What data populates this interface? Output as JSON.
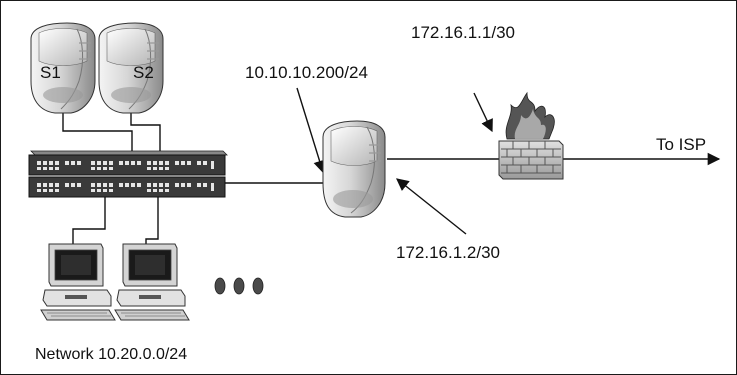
{
  "labels": {
    "server1": "S1",
    "server2": "S2",
    "router_inside_ip": "10.10.10.200/24",
    "firewall_ip": "172.16.1.1/30",
    "router_outside_ip": "172.16.1.2/30",
    "isp_label": "To ISP",
    "network_label": "Network 10.20.0.0/24"
  },
  "colors": {
    "line": "#111111",
    "device_light": "#f2f2f2",
    "device_dark": "#6e6e6e",
    "switch_body": "#3a3a3a",
    "firewall_flame": "#555555"
  },
  "icons": [
    "server-icon",
    "router-icon",
    "switch-icon",
    "firewall-icon",
    "workstation-icon",
    "more-devices-icon",
    "arrow-icon"
  ]
}
